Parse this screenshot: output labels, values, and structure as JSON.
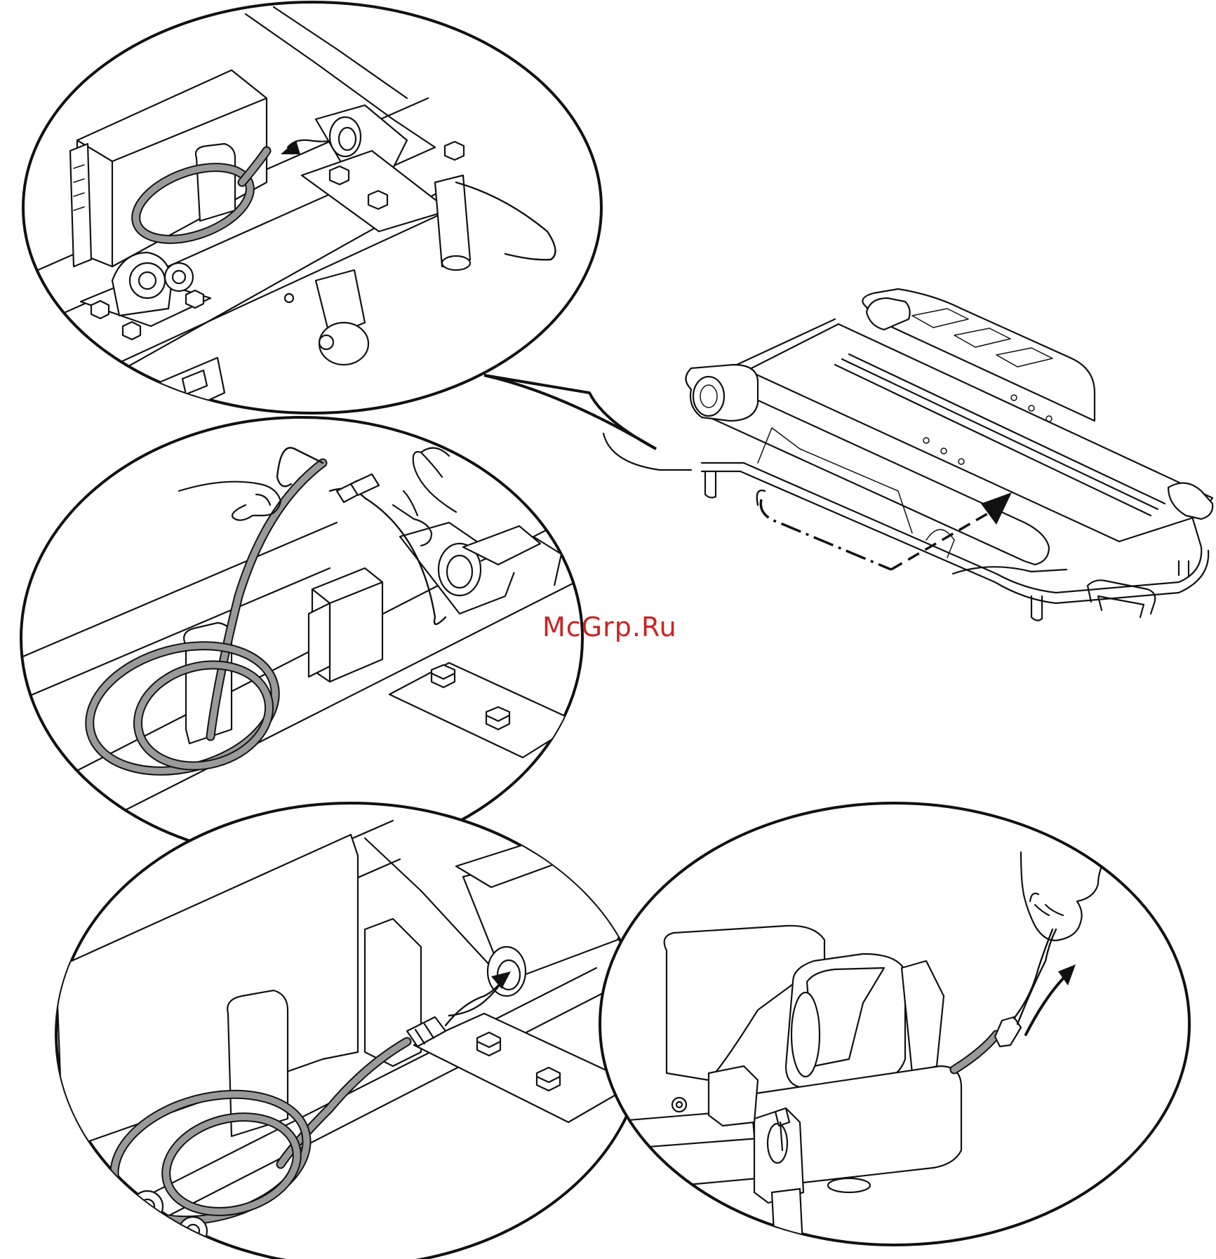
{
  "watermark": {
    "text": "McGrp.Ru",
    "color": "#cc2222"
  },
  "colors": {
    "line": "#111111",
    "cable": "#9a9a9a",
    "background": "#ffffff"
  },
  "panels": [
    {
      "id": "detail-top",
      "depicts": "controller-box-cable-feed"
    },
    {
      "id": "detail-middle",
      "depicts": "hands-pulling-cable"
    },
    {
      "id": "detail-bottom-left",
      "depicts": "cable-into-frame-hole"
    },
    {
      "id": "detail-bottom-right",
      "depicts": "cable-pulled-out-front"
    },
    {
      "id": "overview",
      "depicts": "treadmill-with-cable-route"
    }
  ]
}
